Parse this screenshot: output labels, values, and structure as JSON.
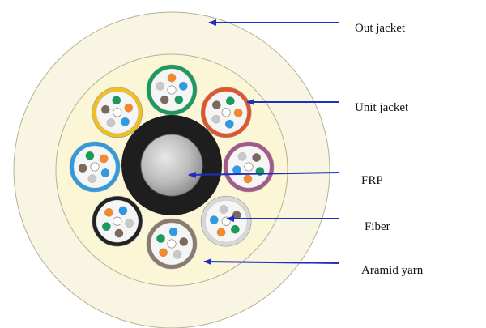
{
  "labels": {
    "out_jacket": "Out jacket",
    "unit_jacket": "Unit jacket",
    "frp": "FRP",
    "fiber": "Fiber",
    "aramid_yarn": "Aramid yarn"
  },
  "colors": {
    "arrow": "#1f2fbf",
    "out_jacket": "#f8f5e2",
    "aramid_yarn": "#fbf6d6",
    "frp_sheath": "#1e1e1e",
    "frp_core": "#bdbdbd",
    "unit_gel": "#f5f5f5",
    "fiber_colors": {
      "blue": "#2e9be0",
      "orange": "#f08a2c",
      "green": "#1a9a5c",
      "brown": "#7a6a5e",
      "grey": "#c8c8c8",
      "white": "#ffffff"
    }
  },
  "units": [
    {
      "jacket_color": "#1a9a5c",
      "fibers": [
        "orange",
        "blue",
        "green",
        "brown",
        "grey",
        "white"
      ]
    },
    {
      "jacket_color": "#e0562a",
      "fibers": [
        "green",
        "orange",
        "blue",
        "grey",
        "brown",
        "white"
      ]
    },
    {
      "jacket_color": "#a45a88",
      "fibers": [
        "brown",
        "green",
        "orange",
        "blue",
        "grey",
        "white"
      ]
    },
    {
      "jacket_color": "#d8d8d8",
      "fibers": [
        "brown",
        "green",
        "orange",
        "blue",
        "grey",
        "white"
      ]
    },
    {
      "jacket_color": "#8a7a70",
      "fibers": [
        "brown",
        "grey",
        "orange",
        "green",
        "blue",
        "white"
      ]
    },
    {
      "jacket_color": "#222222",
      "fibers": [
        "grey",
        "brown",
        "green",
        "orange",
        "blue",
        "white"
      ]
    },
    {
      "jacket_color": "#2e9be0",
      "fibers": [
        "blue",
        "grey",
        "brown",
        "green",
        "orange",
        "white"
      ]
    },
    {
      "jacket_color": "#f0c020",
      "fibers": [
        "blue",
        "grey",
        "brown",
        "green",
        "orange",
        "white"
      ]
    }
  ]
}
